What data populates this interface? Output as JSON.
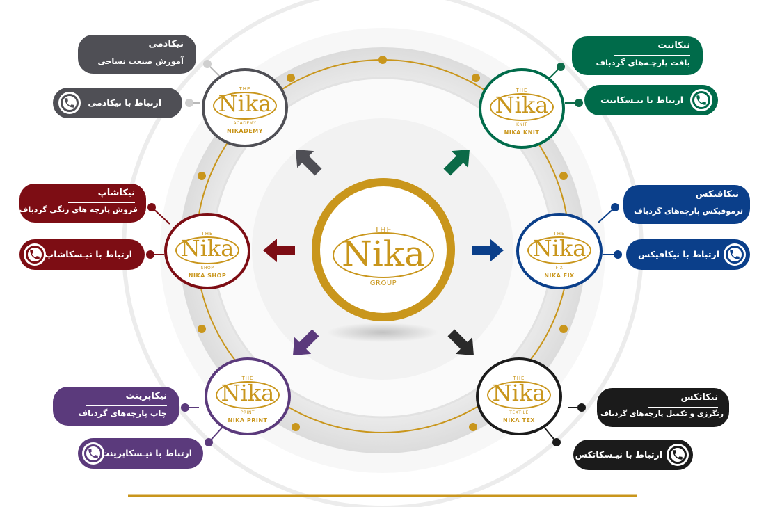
{
  "center": {
    "the": "THE",
    "logo": "Nika",
    "sub": "GROUP"
  },
  "colors": {
    "gold": "#c9961c",
    "academy": "#4f4f55",
    "knit": "#006b4a",
    "shop": "#7d0d14",
    "fix": "#0b3f8a",
    "print": "#5b3a7c",
    "tex": "#1b1b1b"
  },
  "companies": [
    {
      "key": "academy",
      "the": "THE",
      "logo": "Nika",
      "division": "ACADEMY",
      "name": "NIKADEMY",
      "title": "نیکادمی",
      "subtitle": "آموزش صنعت نساجی",
      "contact": "ارتباط با نیکادمی",
      "icon": "phone-icon"
    },
    {
      "key": "knit",
      "the": "THE",
      "logo": "Nika",
      "division": "KNIT",
      "name": "NIKA KNIT",
      "title": "نیکانیت",
      "subtitle": "بافت پارچـه‌های گردباف",
      "contact": "ارتباط با نیـسکانیت",
      "icon": "phone-icon"
    },
    {
      "key": "shop",
      "the": "THE",
      "logo": "Nika",
      "division": "SHOP",
      "name": "NIKA SHOP",
      "title": "نیکاشاپ",
      "subtitle": "فروش پارچه های رنگی گردباف",
      "contact": "ارتباط با نیـسکاشاپ",
      "icon": "phone-icon"
    },
    {
      "key": "fix",
      "the": "THE",
      "logo": "Nika",
      "division": "FIX",
      "name": "NIKA FIX",
      "title": "نیکافیکس",
      "subtitle": "ترموفیکس پارچه‌های گردباف",
      "contact": "ارتباط با نیکافیکس",
      "icon": "phone-icon"
    },
    {
      "key": "print",
      "the": "THE",
      "logo": "Nika",
      "division": "PRINT",
      "name": "NIKA PRINT",
      "title": "نیکاپرینت",
      "subtitle": "چاپ پارچه‌های گردباف",
      "contact": "ارتباط با نیـسکاپرینت",
      "icon": "phone-icon"
    },
    {
      "key": "tex",
      "the": "THE",
      "logo": "Nika",
      "division": "TEXTILE",
      "name": "NIKA TEX",
      "title": "نیکاتکس",
      "subtitle": "رنگرزی و تکمیل پارچه‌های گردباف",
      "contact": "ارتباط با نیـسکاتکس",
      "icon": "phone-icon"
    }
  ]
}
